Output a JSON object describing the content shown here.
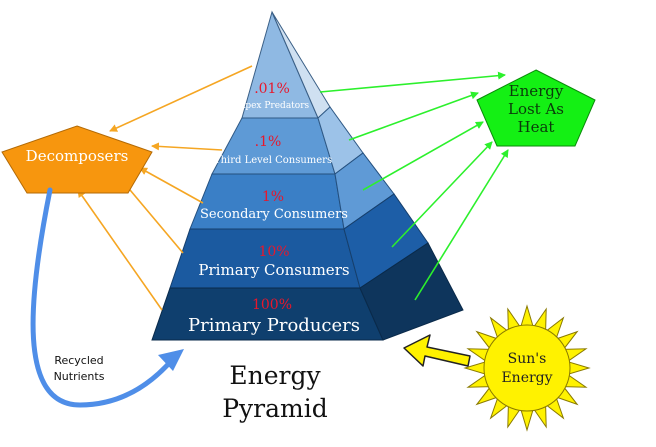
{
  "levels": [
    {
      "percent": ".01%",
      "label": "Apex Predators"
    },
    {
      "percent": ".1%",
      "label": "Third Level Consumers"
    },
    {
      "percent": "1%",
      "label": "Secondary Consumers"
    },
    {
      "percent": "10%",
      "label": "Primary Consumers"
    },
    {
      "percent": "100%",
      "label": "Primary Producers"
    }
  ],
  "decomposers": "Decomposers",
  "heat": {
    "line1": "Energy",
    "line2": "Lost As",
    "line3": "Heat"
  },
  "sun": {
    "line1": "Sun's",
    "line2": "Energy"
  },
  "recycled": {
    "line1": "Recycled",
    "line2": "Nutrients"
  },
  "title": {
    "line1": "Energy",
    "line2": "Pyramid"
  },
  "colors": {
    "tier1": "#8fb9e3",
    "tier2": "#5e9ad6",
    "tier3": "#3579c2",
    "tier4": "#1b5aa0",
    "tier5": "#0f3f6e",
    "decomposers": "#f7960e",
    "heat": "#14f014",
    "sun": "#fff200",
    "orange_arrow": "#f5a623",
    "green_arrow": "#2cf02c",
    "blue_arrow": "#4f8ee8"
  }
}
